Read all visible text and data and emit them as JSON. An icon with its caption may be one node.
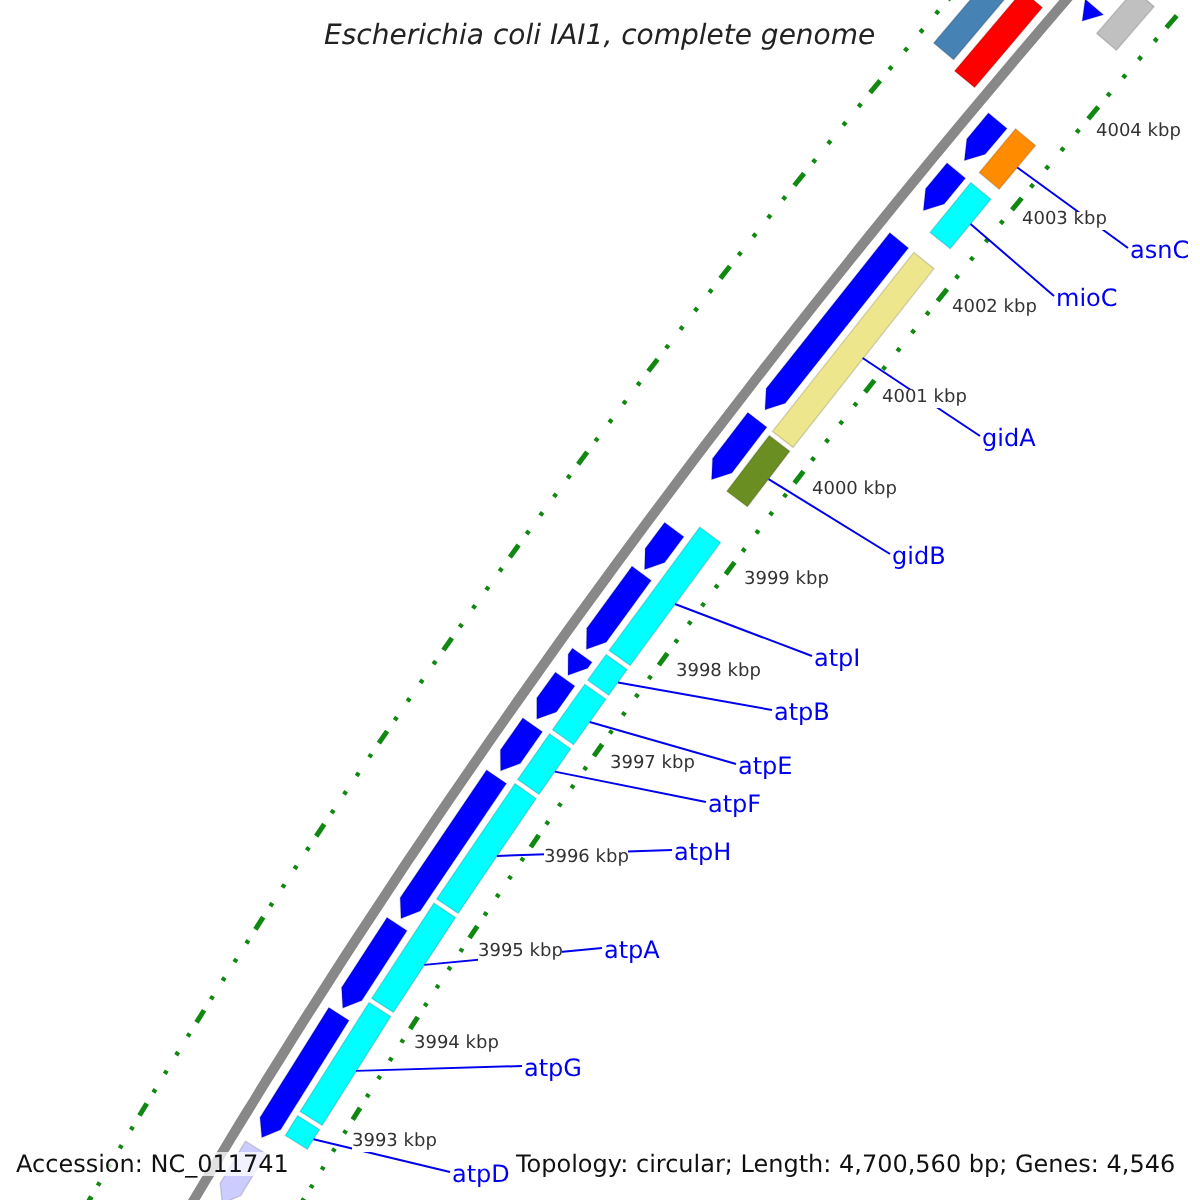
{
  "diagram": {
    "title": "Escherichia coli IAI1, complete genome",
    "nodes": [
      {
        "text": [
          "asnC"
        ]
      },
      {
        "text": [
          "mioC"
        ]
      },
      {
        "text": [
          "gidA"
        ]
      },
      {
        "text": [
          "gidB"
        ]
      },
      {
        "text": [
          "atpI"
        ]
      },
      {
        "text": [
          "atpB"
        ]
      },
      {
        "text": [
          "atpE"
        ]
      },
      {
        "text": [
          "atpF"
        ]
      },
      {
        "text": [
          "atpH"
        ]
      },
      {
        "text": [
          "atpA"
        ]
      },
      {
        "text": [
          "atpG"
        ]
      },
      {
        "text": [
          "atpD"
        ]
      },
      {
        "text": [],
        "shape": "bar"
      },
      {
        "text": [],
        "shape": "bar"
      },
      {
        "text": [],
        "shape": "bar"
      },
      {
        "text": [],
        "shape": "bar"
      },
      {
        "text": [],
        "shape": "bar"
      },
      {
        "text": [],
        "shape": "bar"
      },
      {
        "text": [],
        "shape": "bar"
      },
      {
        "text": [],
        "shape": "bar"
      },
      {
        "text": [],
        "shape": "bar"
      },
      {
        "text": [],
        "shape": "bar"
      },
      {
        "text": [],
        "shape": "bar"
      },
      {
        "text": [],
        "shape": "bar"
      }
    ],
    "edges": [
      {
        "from": 0,
        "to": 12,
        "arrow": "none"
      },
      {
        "from": 1,
        "to": 13,
        "arrow": "none"
      },
      {
        "from": 2,
        "to": 14,
        "arrow": "none"
      },
      {
        "from": 3,
        "to": 15,
        "arrow": "none"
      },
      {
        "from": 4,
        "to": 16,
        "arrow": "none"
      },
      {
        "from": 5,
        "to": 17,
        "arrow": "none"
      },
      {
        "from": 6,
        "to": 18,
        "arrow": "none"
      },
      {
        "from": 7,
        "to": 19,
        "arrow": "none"
      },
      {
        "from": 8,
        "to": 20,
        "arrow": "none"
      },
      {
        "from": 9,
        "to": 21,
        "arrow": "none"
      },
      {
        "from": 10,
        "to": 22,
        "arrow": "none"
      },
      {
        "from": 11,
        "to": 23,
        "arrow": "none"
      }
    ],
    "labels": [
      "4004 kbp",
      "4003 kbp",
      "4002 kbp",
      "4001 kbp",
      "4000 kbp",
      "3999 kbp",
      "3998 kbp",
      "3997 kbp",
      "3996 kbp",
      "3995 kbp",
      "3994 kbp",
      "3993 kbp",
      "Accession: NC_011741",
      "Topology: circular; Length: 4,700,560 bp; Genes: 4,546"
    ]
  }
}
